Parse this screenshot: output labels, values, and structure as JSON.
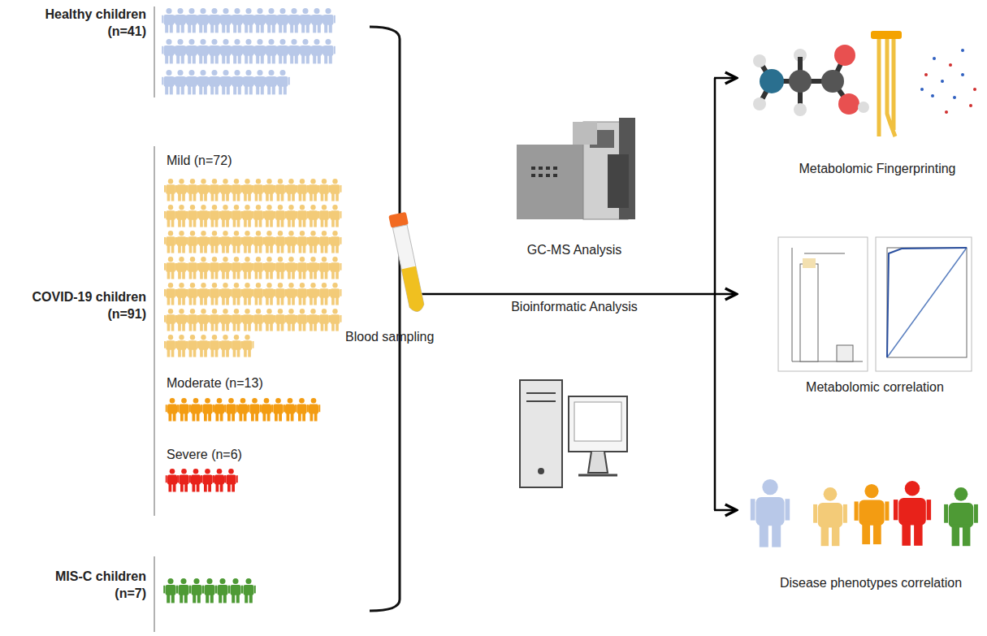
{
  "diagram": {
    "labels": [
      "Healthy children (n=41)",
      "Mild (n=72)",
      "COVID-19 children (n=91)",
      "Moderate (n=13)",
      "Severe (n=6)",
      "MIS-C children (n=7)",
      "Blood sampling",
      "GC-MS Analysis",
      "Bioinformatic Analysis",
      "Metabolomic Fingerprinting",
      "Metabolomic correlation",
      "Disease phenotypes correlation"
    ]
  }
}
